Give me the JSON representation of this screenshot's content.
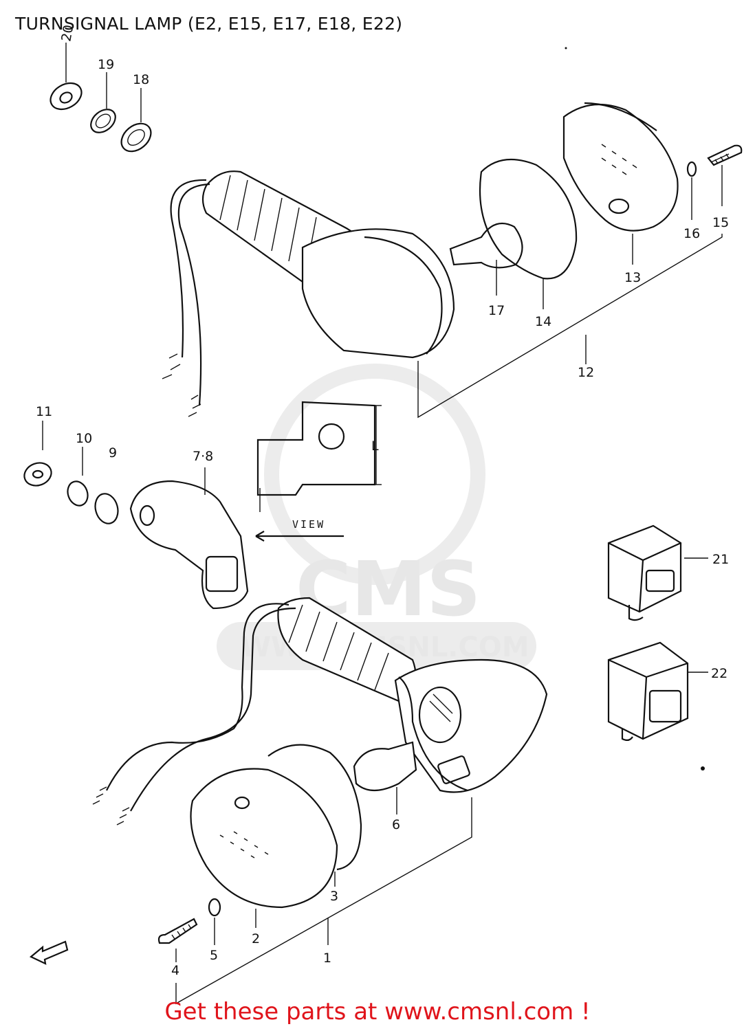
{
  "title": "TURNSIGNAL LAMP (E2, E15, E17, E18, E22)",
  "footer": "Get these parts at www.cmsnl.com !",
  "view_label": "VIEW",
  "dimension_label": "L",
  "watermark": {
    "brand": "CMS",
    "url": "WWW.CMSNL.COM"
  },
  "colors": {
    "footer": "#e0141b",
    "ink": "#111111",
    "watermark": "#e7e7e7"
  },
  "parts": [
    {
      "key": "p1",
      "label": "1"
    },
    {
      "key": "p2",
      "label": "2"
    },
    {
      "key": "p3",
      "label": "3"
    },
    {
      "key": "p4",
      "label": "4"
    },
    {
      "key": "p5",
      "label": "5"
    },
    {
      "key": "p6",
      "label": "6"
    },
    {
      "key": "p78",
      "label": "7·8"
    },
    {
      "key": "p9",
      "label": "9"
    },
    {
      "key": "p10",
      "label": "10"
    },
    {
      "key": "p11",
      "label": "11"
    },
    {
      "key": "p12",
      "label": "12"
    },
    {
      "key": "p13",
      "label": "13"
    },
    {
      "key": "p14",
      "label": "14"
    },
    {
      "key": "p15",
      "label": "15"
    },
    {
      "key": "p16",
      "label": "16"
    },
    {
      "key": "p17",
      "label": "17"
    },
    {
      "key": "p18",
      "label": "18"
    },
    {
      "key": "p19",
      "label": "19"
    },
    {
      "key": "p20",
      "label": "20"
    },
    {
      "key": "p21",
      "label": "21"
    },
    {
      "key": "p22",
      "label": "22"
    }
  ]
}
